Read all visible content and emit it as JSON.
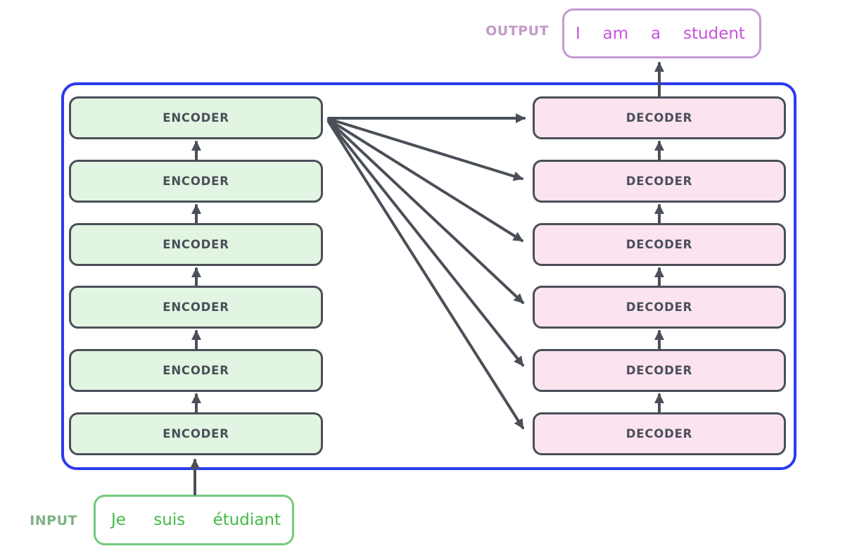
{
  "diagram": {
    "output": {
      "label": "OUTPUT",
      "words": [
        "I",
        "am",
        "a",
        "student"
      ]
    },
    "input": {
      "label": "INPUT",
      "words": [
        "Je",
        "suis",
        "étudiant"
      ]
    },
    "encoders": [
      {
        "label": "ENCODER"
      },
      {
        "label": "ENCODER"
      },
      {
        "label": "ENCODER"
      },
      {
        "label": "ENCODER"
      },
      {
        "label": "ENCODER"
      },
      {
        "label": "ENCODER"
      }
    ],
    "decoders": [
      {
        "label": "DECODER"
      },
      {
        "label": "DECODER"
      },
      {
        "label": "DECODER"
      },
      {
        "label": "DECODER"
      },
      {
        "label": "DECODER"
      },
      {
        "label": "DECODER"
      }
    ]
  },
  "colors": {
    "background": "#ffffff",
    "container_border": "#2a3bef",
    "box_border": "#4a4f58",
    "box_label": "#4a4f58",
    "encoder_fill": "#e2f4e2",
    "decoder_fill": "#fce3f0",
    "arrow": "#4a4f58",
    "output_border": "#c79ad4",
    "output_text": "#c653dc",
    "output_label": "#c49ac9",
    "input_border": "#74c97c",
    "input_text": "#43bb47",
    "input_label": "#7fb287"
  }
}
